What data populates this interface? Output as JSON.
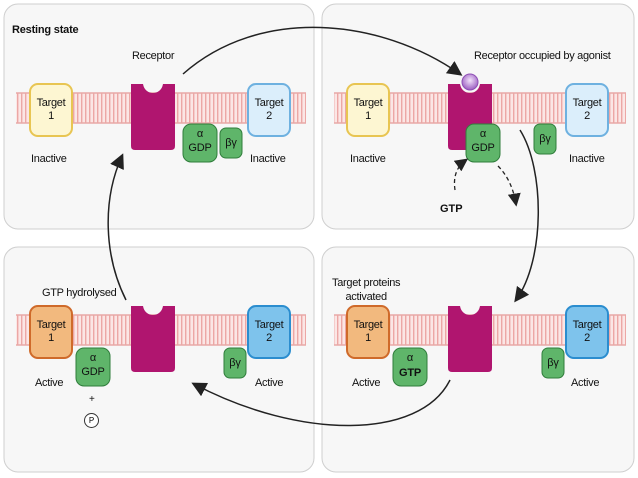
{
  "colors": {
    "panel_fill": "#f7f7f7",
    "panel_border": "#c8c8c8",
    "membrane": "#f3c8c6",
    "membrane_line": "#e59a98",
    "target_inactive_fill": "#fdf6d2",
    "target_inactive_border": "#e8c552",
    "target_active_fill": "#f2b97e",
    "target_active_border": "#cf6a2a",
    "target2_inactive_fill": "#dbeefb",
    "target2_inactive_border": "#6eb1e0",
    "target2_active_fill": "#7ec3ec",
    "target2_active_border": "#2b8dcf",
    "receptor": "#b0156f",
    "gprotein": "#5fb56a",
    "gprotein_dark": "#2f7d3b",
    "agonist": "#a86fc7",
    "arrow": "#222222"
  },
  "panels": {
    "top_left": {
      "title": "Resting state",
      "receptor_label": "Receptor",
      "target1": "Target\n1",
      "target2": "Target\n2",
      "target1_state": "Inactive",
      "target2_state": "Inactive",
      "alpha": "α",
      "alpha_nucleotide": "GDP",
      "betagamma": "βγ"
    },
    "top_right": {
      "receptor_label": "Receptor occupied by agonist",
      "target1": "Target\n1",
      "target2": "Target\n2",
      "target1_state": "Inactive",
      "target2_state": "Inactive",
      "alpha": "α",
      "alpha_nucleotide": "GDP",
      "betagamma": "βγ",
      "gtp_label": "GTP"
    },
    "bottom_right": {
      "title": "Target proteins\nactivated",
      "target1": "Target\n1",
      "target2": "Target\n2",
      "target1_state": "Active",
      "target2_state": "Active",
      "alpha": "α",
      "alpha_nucleotide": "GTP",
      "betagamma": "βγ"
    },
    "bottom_left": {
      "title": "GTP hydrolysed",
      "target1": "Target\n1",
      "target2": "Target\n2",
      "target1_state": "Active",
      "target2_state": "Active",
      "alpha": "α",
      "alpha_nucleotide": "GDP",
      "betagamma": "βγ",
      "plus": "+",
      "phosphate": "P"
    }
  }
}
